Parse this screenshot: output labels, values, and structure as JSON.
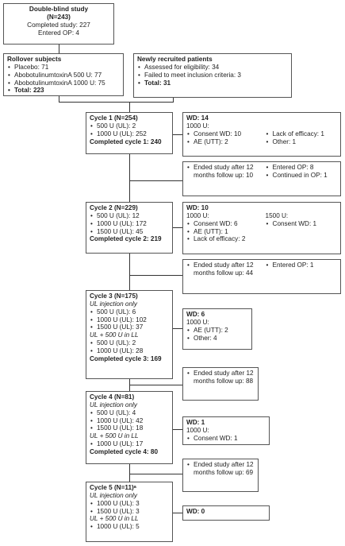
{
  "double_blind": {
    "title": "Double-blind study",
    "n": "(N=243)",
    "completed": "Completed study: 227",
    "entered": "Entered OP: 4"
  },
  "rollover": {
    "title": "Rollover subjects",
    "items": [
      "Placebo: 71",
      "AbobotulinumtoxinA 500 U: 77",
      "AbobotulinumtoxinA 1000 U: 75"
    ],
    "total": "Total: 223"
  },
  "newly": {
    "title": "Newly recruited patients",
    "items": [
      "Assessed for eligibility: 34",
      "Failed to meet inclusion criteria: 3"
    ],
    "total": "Total: 31"
  },
  "cycle1": {
    "title": "Cycle 1 (N=254)",
    "items": [
      "500 U (UL): 2",
      "1000 U (UL): 252"
    ],
    "completed": "Completed cycle 1: 240"
  },
  "wd1": {
    "title": "WD: 14",
    "dose": "1000 U:",
    "left": [
      "Consent WD: 10",
      "AE (UTT): 2"
    ],
    "right": [
      "Lack of efficacy: 1",
      "Other: 1"
    ]
  },
  "end1": {
    "left": [
      "Ended study after 12 months follow up: 10"
    ],
    "right": [
      "Entered OP: 8",
      "Continued in OP: 1"
    ]
  },
  "cycle2": {
    "title": "Cycle 2 (N=229)",
    "items": [
      "500 U (UL): 12",
      "1000 U (UL): 172",
      "1500 U (UL): 45"
    ],
    "completed": "Completed cycle 2: 219"
  },
  "wd2": {
    "title": "WD: 10",
    "dose1": "1000 U:",
    "left": [
      "Consent WD: 6",
      "AE (UTT): 1",
      "Lack of efficacy: 2"
    ],
    "dose2": "1500 U:",
    "right": [
      "Consent WD: 1"
    ]
  },
  "end2": {
    "left": [
      "Ended study after 12 months follow up: 44"
    ],
    "right": [
      "Entered OP: 1"
    ]
  },
  "cycle3": {
    "title": "Cycle 3 (N=175)",
    "sub1": "UL injection only",
    "items1": [
      "500 U (UL): 6",
      "1000 U (UL): 102",
      "1500 U (UL): 37"
    ],
    "sub2": "UL + 500 U in LL",
    "items2": [
      "500 U (UL): 2",
      "1000 U (UL): 28"
    ],
    "completed": "Completed cycle 3: 169"
  },
  "wd3": {
    "title": "WD: 6",
    "dose": "1000 U:",
    "items": [
      "AE (UTT): 2",
      "Other: 4"
    ]
  },
  "end3": {
    "items": [
      "Ended study after 12 months follow up: 88"
    ]
  },
  "cycle4": {
    "title": "Cycle 4 (N=81)",
    "sub1": "UL injection only",
    "items1": [
      "500 U (UL): 4",
      "1000 U (UL): 42",
      "1500 U (UL): 18"
    ],
    "sub2": "UL + 500 U in LL",
    "items2": [
      "1000 U (UL): 17"
    ],
    "completed": "Completed cycle 4: 80"
  },
  "wd4": {
    "title": "WD: 1",
    "dose": "1000 U:",
    "items": [
      "Consent WD: 1"
    ]
  },
  "end4": {
    "items": [
      "Ended study after 12 months follow up: 69"
    ]
  },
  "cycle5": {
    "title": "Cycle 5 (N=11)ᵃ",
    "sub1": "UL injection only",
    "items1": [
      "1000 U (UL): 3",
      "1500 U (UL): 3"
    ],
    "sub2": "UL + 500 U in LL",
    "items2": [
      "1000 U (UL): 5"
    ]
  },
  "wd5": {
    "title": "WD: 0"
  }
}
